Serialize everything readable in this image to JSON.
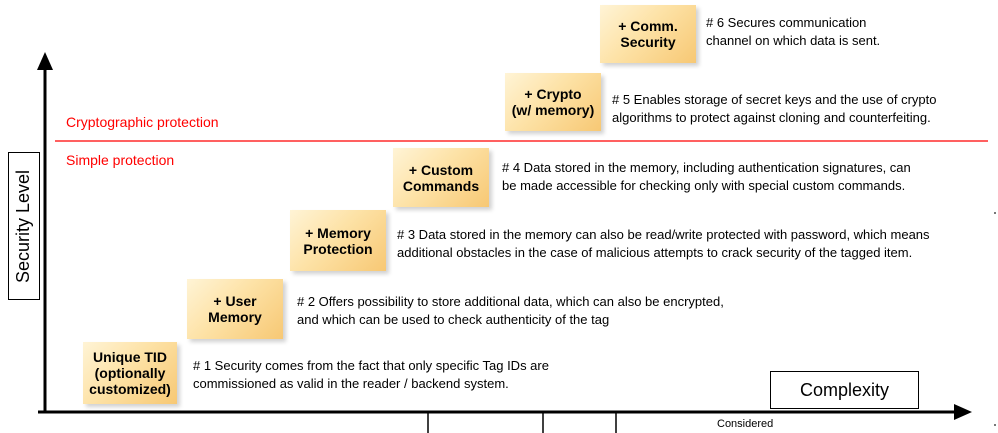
{
  "axes": {
    "y_label": "Security Level",
    "x_label": "Complexity",
    "footer_label": "Considered"
  },
  "zones": {
    "upper": "Cryptographic protection",
    "lower": "Simple protection",
    "divider_color": "#ff0000"
  },
  "levels": [
    {
      "id": "unique-tid",
      "label": "Unique TID\n(optionally\ncustomized)",
      "description": "# 1 Security comes from the fact that only specific Tag IDs are\ncommissioned as valid in the reader / backend system."
    },
    {
      "id": "user-memory",
      "label": "+ User\nMemory",
      "description": "# 2 Offers possibility to store additional data, which can also be encrypted,\nand which can be used to check authenticity of the tag"
    },
    {
      "id": "memory-protection",
      "label": "+ Memory\nProtection",
      "description": "# 3 Data stored in the memory can also be read/write protected with password, which means\nadditional obstacles in the case of malicious attempts to crack security of the tagged item."
    },
    {
      "id": "custom-commands",
      "label": "+ Custom\nCommands",
      "description": "# 4 Data stored in the memory, including authentication signatures, can\nbe made accessible for checking only with special custom commands."
    },
    {
      "id": "crypto",
      "label": "+ Crypto\n(w/ memory)",
      "description": "# 5 Enables storage of secret keys and the use of crypto\nalgorithms to protect against cloning and counterfeiting."
    },
    {
      "id": "comm-security",
      "label": "+ Comm.\nSecurity",
      "description": "# 6 Secures communication\nchannel on which data is sent."
    }
  ]
}
